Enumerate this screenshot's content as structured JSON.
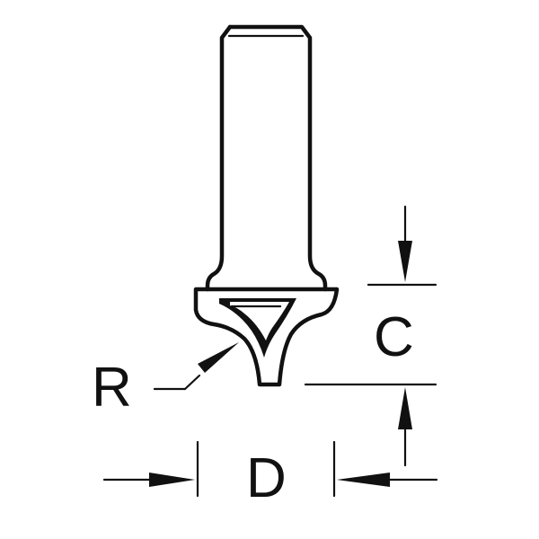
{
  "labels": {
    "radius": "R",
    "cut_depth": "C",
    "diameter": "D"
  },
  "colors": {
    "ink": "#111111",
    "background": "#ffffff"
  }
}
